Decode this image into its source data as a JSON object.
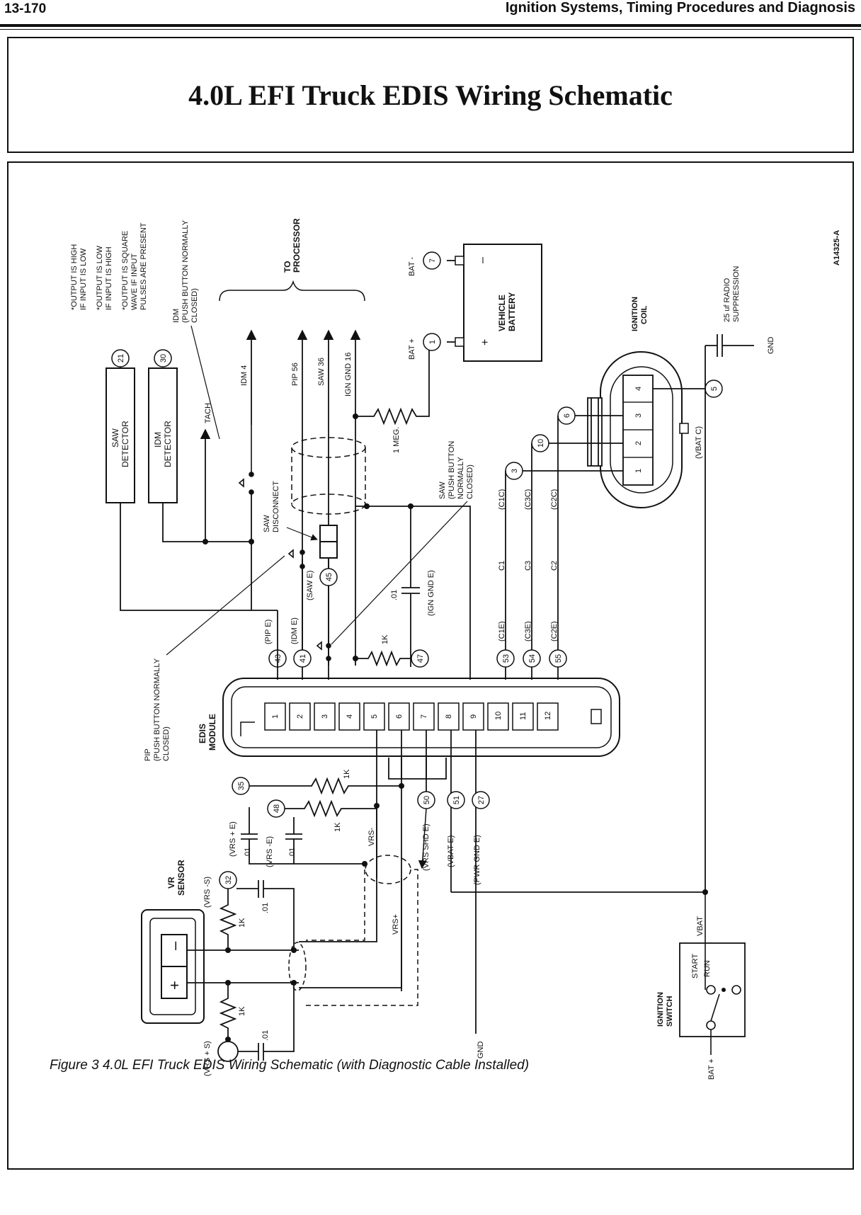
{
  "header": {
    "page_number": "13-170",
    "section_title": "Ignition Systems, Timing Procedures and Diagnosis"
  },
  "title": "4.0L EFI Truck EDIS Wiring Schematic",
  "caption": "Figure 3 4.0L EFI Truck EDIS Wiring Schematic (with Diagnostic Cable Installed)",
  "figure_id": "A14325-A",
  "notes": {
    "n1": "*OUTPUT IS HIGH",
    "n1b": "IF INPUT IS LOW",
    "n2": "*OUTPUT IS LOW",
    "n2b": "IF INPUT IS HIGH",
    "n3": "*OUTPUT IS SQUARE",
    "n3b": "WAVE IF INPUT",
    "n3c": "PULSES ARE PRESENT"
  },
  "components": {
    "saw_detector": [
      "SAW",
      "DETECTOR"
    ],
    "idm_detector": [
      "IDM",
      "DETECTOR"
    ],
    "edis_module": [
      "EDIS",
      "MODULE"
    ],
    "vehicle_battery": [
      "VEHICLE",
      "BATTERY"
    ],
    "ignition_coil": [
      "IGNITION",
      "COIL"
    ],
    "vr_sensor": [
      "VR",
      "SENSOR"
    ],
    "ignition_switch": [
      "IGNITION",
      "SWITCH"
    ],
    "radio_suppression": [
      "25 uf RADIO",
      "SUPPRESSION"
    ],
    "to_processor": [
      "TO",
      "PROCESSOR"
    ],
    "idm_button": [
      "IDM",
      "(PUSH BUTTON NORMALLY",
      "CLOSED)"
    ],
    "saw_button": [
      "SAW",
      "(PUSH BUTTON",
      "NORMALLY",
      "CLOSED)"
    ],
    "pip_button": [
      "PIP",
      "(PUSH BUTTON NORMALLY",
      "CLOSED)"
    ],
    "saw_disconnect": [
      "SAW",
      "DISCONNECT"
    ]
  },
  "labels": {
    "tach": "TACH.",
    "idm4": "IDM 4",
    "pip56": "PIP 56",
    "saw36": "SAW 36",
    "ign_gnd16": "IGN GND 16",
    "one_meg": "1 MEG.",
    "bat_plus": "BAT +",
    "bat_minus": "BAT -",
    "plus_sign": "+",
    "minus_sign": "–",
    "gnd": "GND",
    "vbat_c": "(VBAT C)",
    "c1c": "(C1C)",
    "c3c": "(C3C)",
    "c2c": "(C2C)",
    "c1": "C1",
    "c3": "C3",
    "c2": "C2",
    "c1e": "(C1E)",
    "c3e": "(C3E)",
    "c2e": "(C2E)",
    "pip_e": "(PIP E)",
    "idm_e": "(IDM E)",
    "saw_e": "(SAW E)",
    "ign_gnd_e": "(IGN GND E)",
    "cap_01": ".01",
    "res_1k": "1K",
    "vrs_plus_e": "(VRS + E)",
    "vrs_minus_e": "(VRS -E)",
    "vrs_minus": "VRS-",
    "vrs_plus": "VRS+",
    "vrs_shd_e": "(VRS SHD E)",
    "vbat_e": "(VBAT E)",
    "pwr_gnd_e": "(PWR GND E)",
    "vrs_minus_s": "(VRS -S)",
    "vrs_plus_s": "(VRS + S)",
    "vbat": "VBAT",
    "start": "START",
    "run": "RUN"
  },
  "connectors": {
    "c21": "21",
    "c30": "30",
    "c7": "7",
    "c1": "1",
    "c6": "6",
    "c10": "10",
    "c3": "3",
    "c5": "5",
    "c45": "45",
    "c43": "43",
    "c41": "41",
    "c47": "47",
    "c53": "53",
    "c54": "54",
    "c55": "55",
    "c35": "35",
    "c48": "48",
    "c50": "50",
    "c51": "51",
    "c27": "27",
    "c32": "32"
  },
  "edis_pins": [
    "1",
    "2",
    "3",
    "4",
    "5",
    "6",
    "7",
    "8",
    "9",
    "10",
    "11",
    "12"
  ],
  "coil_pins": [
    "1",
    "2",
    "3",
    "4"
  ]
}
